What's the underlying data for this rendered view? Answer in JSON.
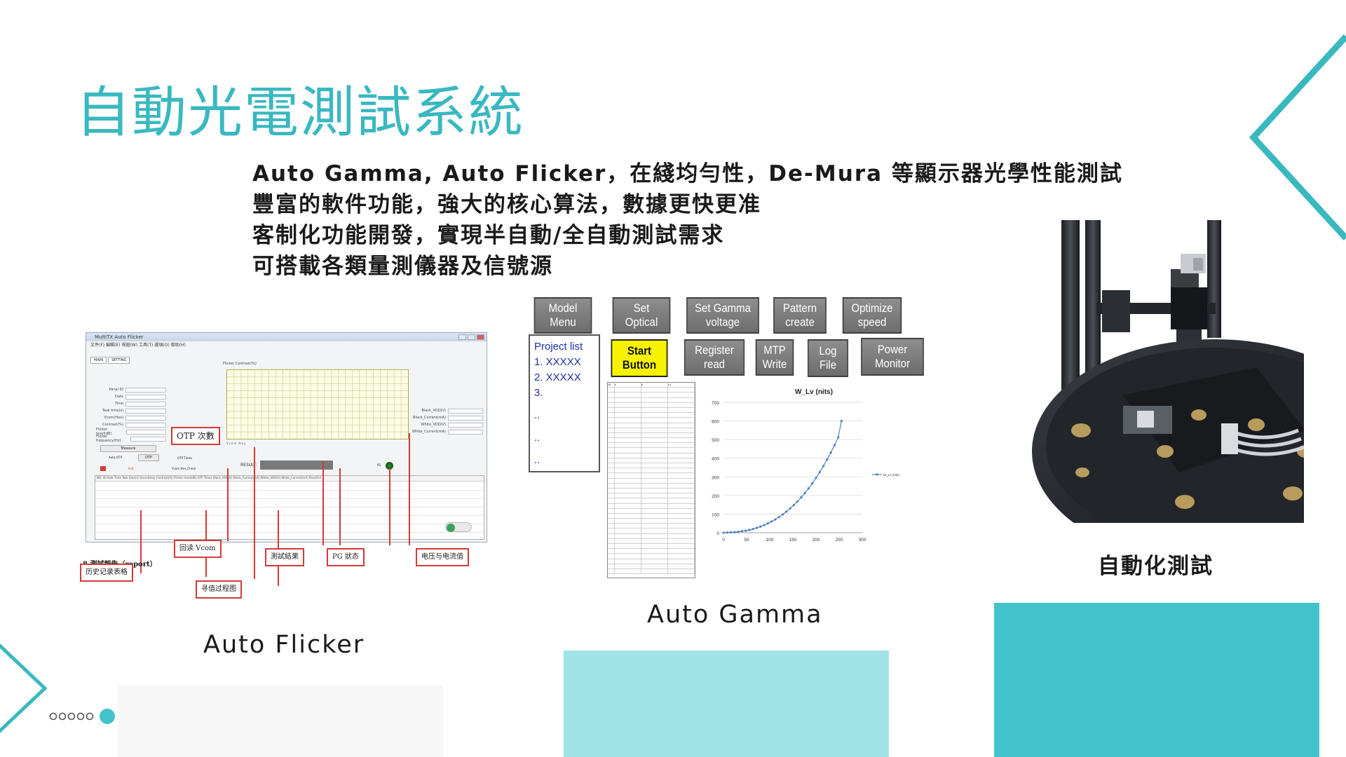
{
  "slide": {
    "title": "自動光電測試系統",
    "intro_lines": [
      "Auto Gamma, Auto Flicker，在綫均勻性，De-Mura 等顯示器光學性能測試",
      "豐富的軟件功能，強大的核心算法，數據更快更准",
      "客制化功能開發，實現半自動/全自動測試需求",
      "可搭載各類量測儀器及信號源"
    ],
    "captions": {
      "flicker": "Auto Flicker",
      "gamma": "Auto Gamma",
      "automation": "自動化測試"
    },
    "colors": {
      "accent": "#3ab8c0",
      "light_teal": "#a1e2e6",
      "teal": "#44c2cb",
      "light_gray": "#f7f7f7"
    }
  },
  "flicker": {
    "window_title": "MultiTX Auto Flicker",
    "menu_items": [
      "文件(F)",
      "編輯(E)",
      "視窗(W)",
      "工具(T)",
      "選項(O)",
      "幫助(H)"
    ],
    "tabs": [
      "MAIN",
      "SETTING"
    ],
    "plot_caption": "Flicker Contrast(%)",
    "plot_x_caption": "Vcom Hex",
    "fields": [
      "Panel ID",
      "Date",
      "Time",
      "Task time(s)",
      "Vcom(Hex)",
      "Contrast(%)",
      "Flicker level(dB)",
      "Flicker frequency(Hz)"
    ],
    "right_fields": [
      "Black_VDD(V)",
      "Black_Current(mA)",
      "White_VDD(V)",
      "White_Current(mA)"
    ],
    "measure_button": "Measure",
    "otp_button": "OTP",
    "auto_otp_label": "Auto_OTP",
    "exit_label": "Exit",
    "otp_times_label": "OTP Times",
    "vcom_check_label": "Vcom Hex_Check",
    "result_label": "RESULT:",
    "pg_label": "PG",
    "table_header": "NO.    ID    Date    Time    Task time(s)    Vcom(Hex)    Contrast(%)    Flicker level(dB)    OTP Times    Black_VDD(V)    Black_Current(mA)    White_VDD(V)    White_Current(mA)    Pass/Fail",
    "callouts": {
      "otp": "OTP 次數",
      "vcom": "回读 Vcom",
      "result": "測試結果",
      "pg": "PG 狀态",
      "voltage": "电压与电流值",
      "history": "历史记录表格",
      "search": "寻值过程图",
      "report": "8.測試報告（report）"
    }
  },
  "gamma": {
    "buttons_row1": [
      [
        "Model",
        "Menu"
      ],
      [
        "Set",
        "Optical"
      ],
      [
        "Set Gamma",
        "voltage"
      ],
      [
        "Pattern",
        "create"
      ],
      [
        "Optimize",
        "speed"
      ]
    ],
    "buttons_row2": [
      [
        "Register",
        "read"
      ],
      [
        "MTP",
        "Write"
      ],
      [
        "Log",
        "File"
      ],
      [
        "Power",
        "Monitor"
      ]
    ],
    "start_button": [
      "Start",
      "Button"
    ],
    "project_list": [
      "Project list",
      "1. XXXXX",
      "2. XXXXX",
      "3.",
      "..",
      "..",
      ".."
    ],
    "table_header": [
      "GL",
      "x",
      "y",
      "Lv"
    ]
  },
  "chart_data": {
    "type": "line",
    "title": "W_Lv (nits)",
    "series": [
      {
        "name": "W_Lv (nits)",
        "x": [
          0,
          8,
          16,
          24,
          32,
          40,
          48,
          56,
          64,
          72,
          80,
          88,
          96,
          104,
          112,
          120,
          128,
          136,
          144,
          152,
          160,
          168,
          176,
          184,
          192,
          200,
          208,
          216,
          224,
          232,
          240,
          248,
          255
        ],
        "values": [
          0,
          1,
          2,
          3,
          5,
          8,
          11,
          15,
          20,
          26,
          33,
          41,
          50,
          60,
          71,
          84,
          98,
          113,
          130,
          148,
          168,
          190,
          213,
          238,
          265,
          294,
          325,
          358,
          393,
          430,
          470,
          512,
          600
        ]
      }
    ],
    "xlim": [
      0,
      300
    ],
    "ylim": [
      0,
      700
    ],
    "x_ticks": [
      0,
      50,
      100,
      150,
      200,
      250,
      300
    ],
    "y_ticks": [
      0,
      100,
      200,
      300,
      400,
      500,
      600,
      700
    ],
    "grid": true,
    "legend": "right"
  }
}
